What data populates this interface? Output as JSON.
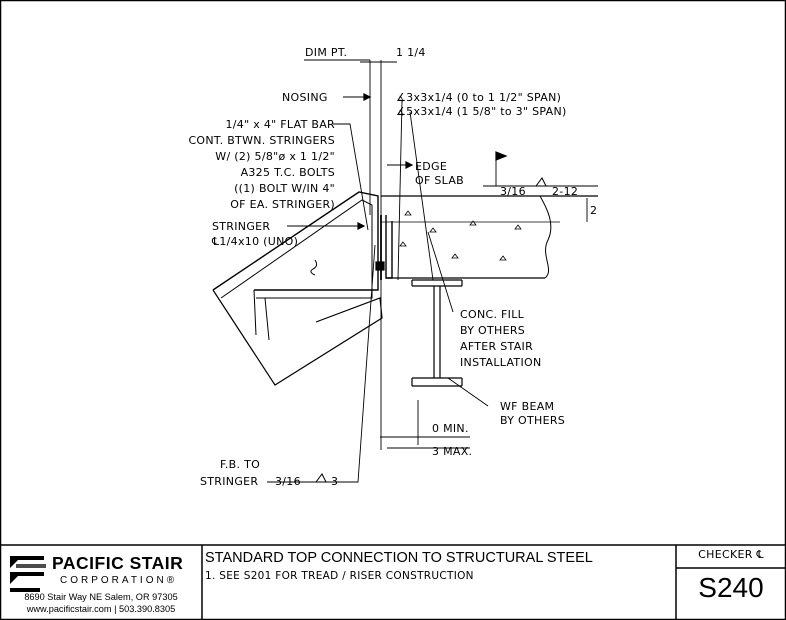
{
  "labels": {
    "dim_pt": "DIM PT.",
    "dim_1_1_4": "1 1/4",
    "nosing": "NOSING",
    "angle_1": "∡3x3x1/4 (0 to 1 1/2\" SPAN)",
    "angle_2": "∡5x3x1/4 (1 5/8\" to 3\" SPAN)",
    "flat_bar": [
      "1/4\" x 4\" FLAT BAR",
      "CONT. BTWN. STRINGERS",
      "W/ (2) 5/8\"ø x 1 1/2\"",
      "A325 T.C. BOLTS",
      "((1) BOLT W/IN 4\"",
      "OF EA. STRINGER)"
    ],
    "edge_of_slab": [
      "EDGE",
      "OF SLAB"
    ],
    "weld_slab": [
      "3/16",
      "2-12"
    ],
    "slab_thk": "2",
    "stringer": [
      "STRINGER",
      "℄1/4x10 (UNO)"
    ],
    "conc_fill": [
      "CONC. FILL",
      "BY OTHERS",
      "AFTER STAIR",
      "INSTALLATION"
    ],
    "wf_beam": [
      "WF BEAM",
      "BY OTHERS"
    ],
    "min_dim": "0 MIN.",
    "max_dim": "3 MAX.",
    "fb_to_stringer": [
      "F.B. TO",
      "STRINGER"
    ],
    "weld_stringer": [
      "3/16",
      "3"
    ]
  },
  "title_block": {
    "company": "PACIFIC STAIR",
    "company_sub": "CORPORATION®",
    "address": "8690 Stair Way NE Salem, OR 97305",
    "web_phone": "www.pacificstair.com  |  503.390.8305",
    "title": "STANDARD TOP CONNECTION TO STRUCTURAL STEEL",
    "note": "1.  SEE S201 FOR TREAD / RISER CONSTRUCTION",
    "checker": "CHECKER ℄",
    "sheet": "S240"
  }
}
